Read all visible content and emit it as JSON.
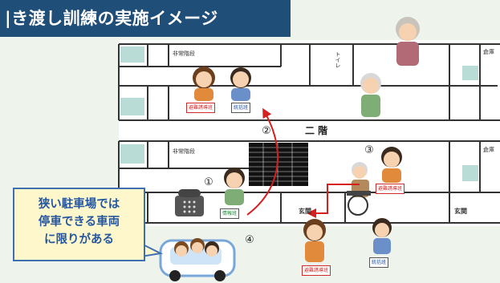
{
  "title": "|き渡し訓練の実施イメージ",
  "floor_label": "二 階",
  "room_labels": {
    "emergency_stairs_top": "非常階段",
    "emergency_stairs_bottom": "非常階段",
    "toilet": "トイレ",
    "storage_top": "倉庫",
    "storage_bottom": "倉庫",
    "entrance_left": "玄関",
    "entrance_right": "玄関"
  },
  "tags": {
    "evac_top": "避難誘導班",
    "coord_top": "統括班",
    "info": "情報班",
    "evac_right": "避難誘導班",
    "evac_bottom": "避難誘導班",
    "coord_bottom": "統括班"
  },
  "step_numbers": [
    "①",
    "②",
    "③",
    "④"
  ],
  "callout_lines": [
    "狭い駐車場では",
    "停車できる車両",
    "に限りがある"
  ],
  "colors": {
    "title_bg": "#1f4e79",
    "arrow": "#d61f1f",
    "callout_bg": "#fff7cc",
    "callout_border": "#3f6fb0",
    "callout_text": "#2457a0",
    "teal": "#b9dcd6"
  }
}
